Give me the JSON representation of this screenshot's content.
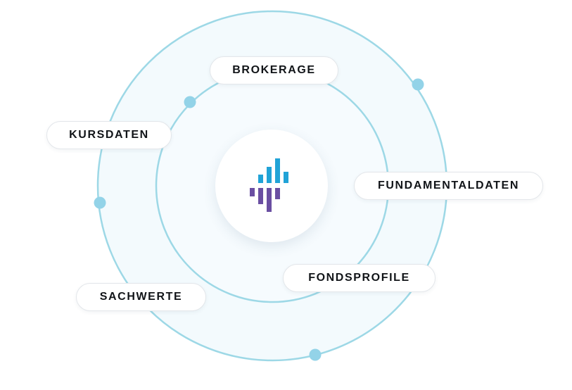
{
  "diagram": {
    "labels": {
      "brokerage": "BROKERAGE",
      "kursdaten": "KURSDATEN",
      "fundamentaldaten": "FUNDAMENTALDATEN",
      "fondsprofile": "FONDSPROFILE",
      "sachwerte": "SACHWERTE"
    },
    "logo_icon": "bar-chart-logo-icon",
    "colors": {
      "orbit_stroke": "#9dd8e6",
      "orbit_fill": "#f3fafd",
      "dot": "#93d3e8",
      "logo_top_bars": "#21a3d7",
      "logo_bottom_bars": "#6a4fa2"
    }
  }
}
